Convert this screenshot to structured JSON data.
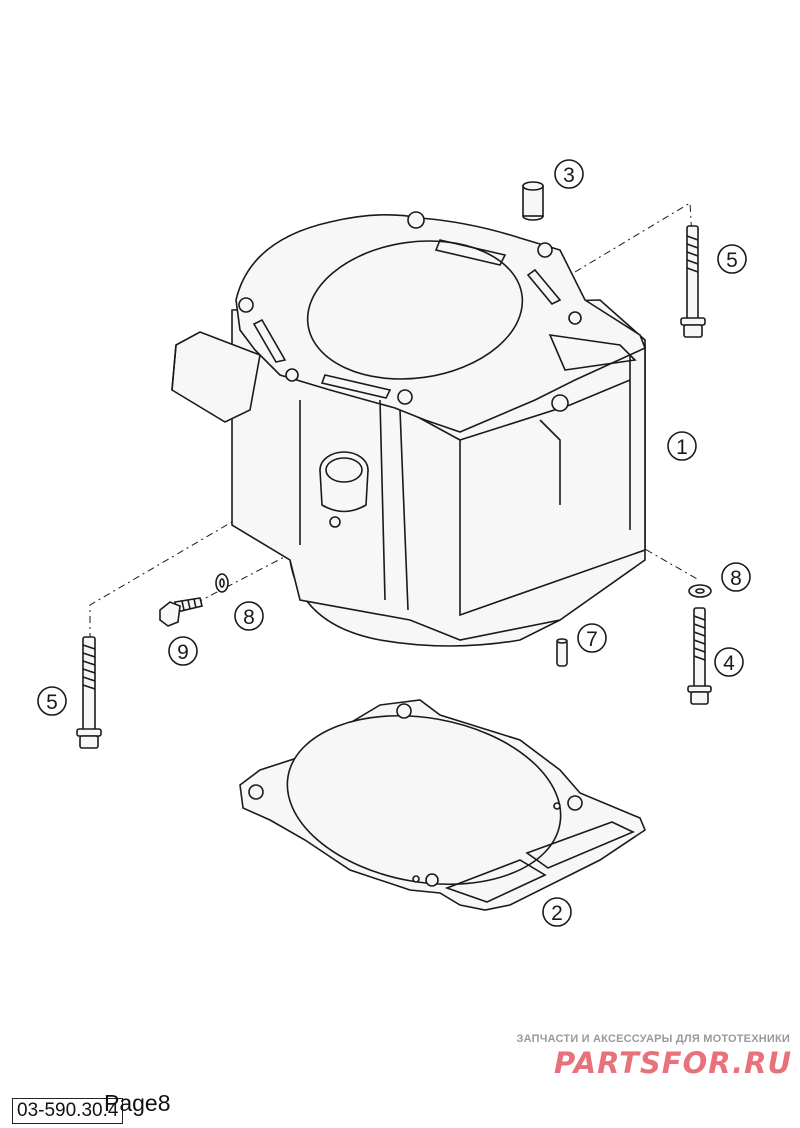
{
  "callouts": [
    {
      "id": "callout-1",
      "label": "1"
    },
    {
      "id": "callout-2",
      "label": "2"
    },
    {
      "id": "callout-3",
      "label": "3"
    },
    {
      "id": "callout-4",
      "label": "4"
    },
    {
      "id": "callout-5-right",
      "label": "5"
    },
    {
      "id": "callout-5-left",
      "label": "5"
    },
    {
      "id": "callout-7",
      "label": "7"
    },
    {
      "id": "callout-8-left",
      "label": "8"
    },
    {
      "id": "callout-8-right",
      "label": "8"
    },
    {
      "id": "callout-9",
      "label": "9"
    }
  ],
  "watermark": {
    "tagline": "ЗАПЧАСТИ И АКСЕССУАРЫ ДЛЯ МОТОТЕХНИКИ",
    "brand": "PARTSFOR.RU"
  },
  "footer": {
    "document_number": "03-590.30.4",
    "page_label": "Page8"
  }
}
